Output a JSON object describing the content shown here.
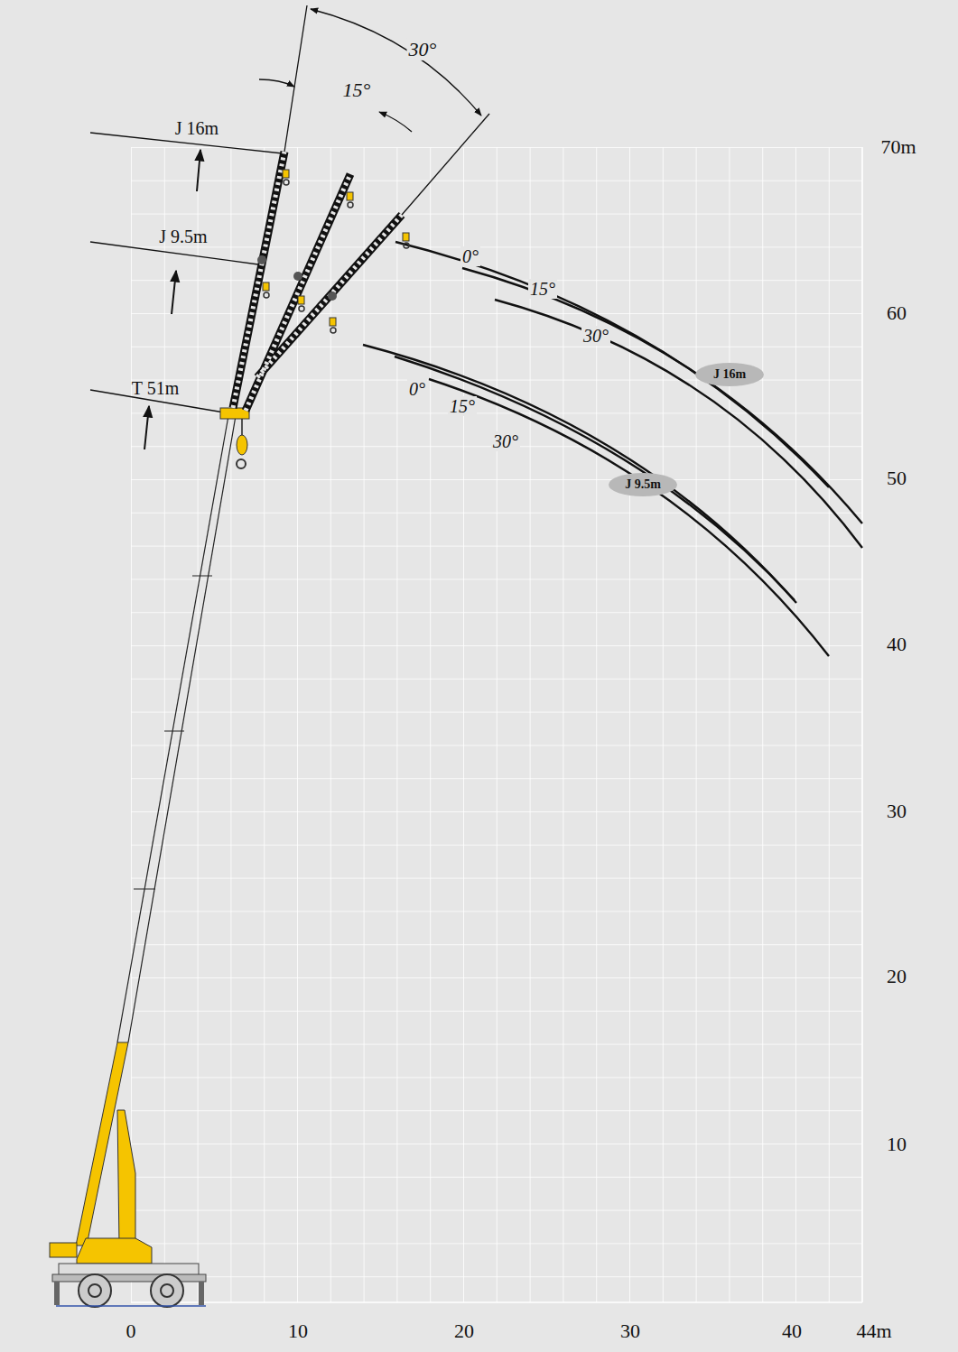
{
  "diagram": {
    "nodes": [
      {
        "text": [
          "J 16m"
        ]
      },
      {
        "text": [
          "J 9.5m"
        ]
      }
    ],
    "labels": [
      "30°",
      "15°",
      "J 16m",
      "J 9.5m",
      "T 51m",
      "70m",
      "60",
      "50",
      "40",
      "30",
      "20",
      "10",
      "0",
      "10",
      "20",
      "30",
      "40",
      "44m",
      "0°",
      "15°",
      "30°",
      "0°",
      "15°",
      "30°"
    ]
  }
}
